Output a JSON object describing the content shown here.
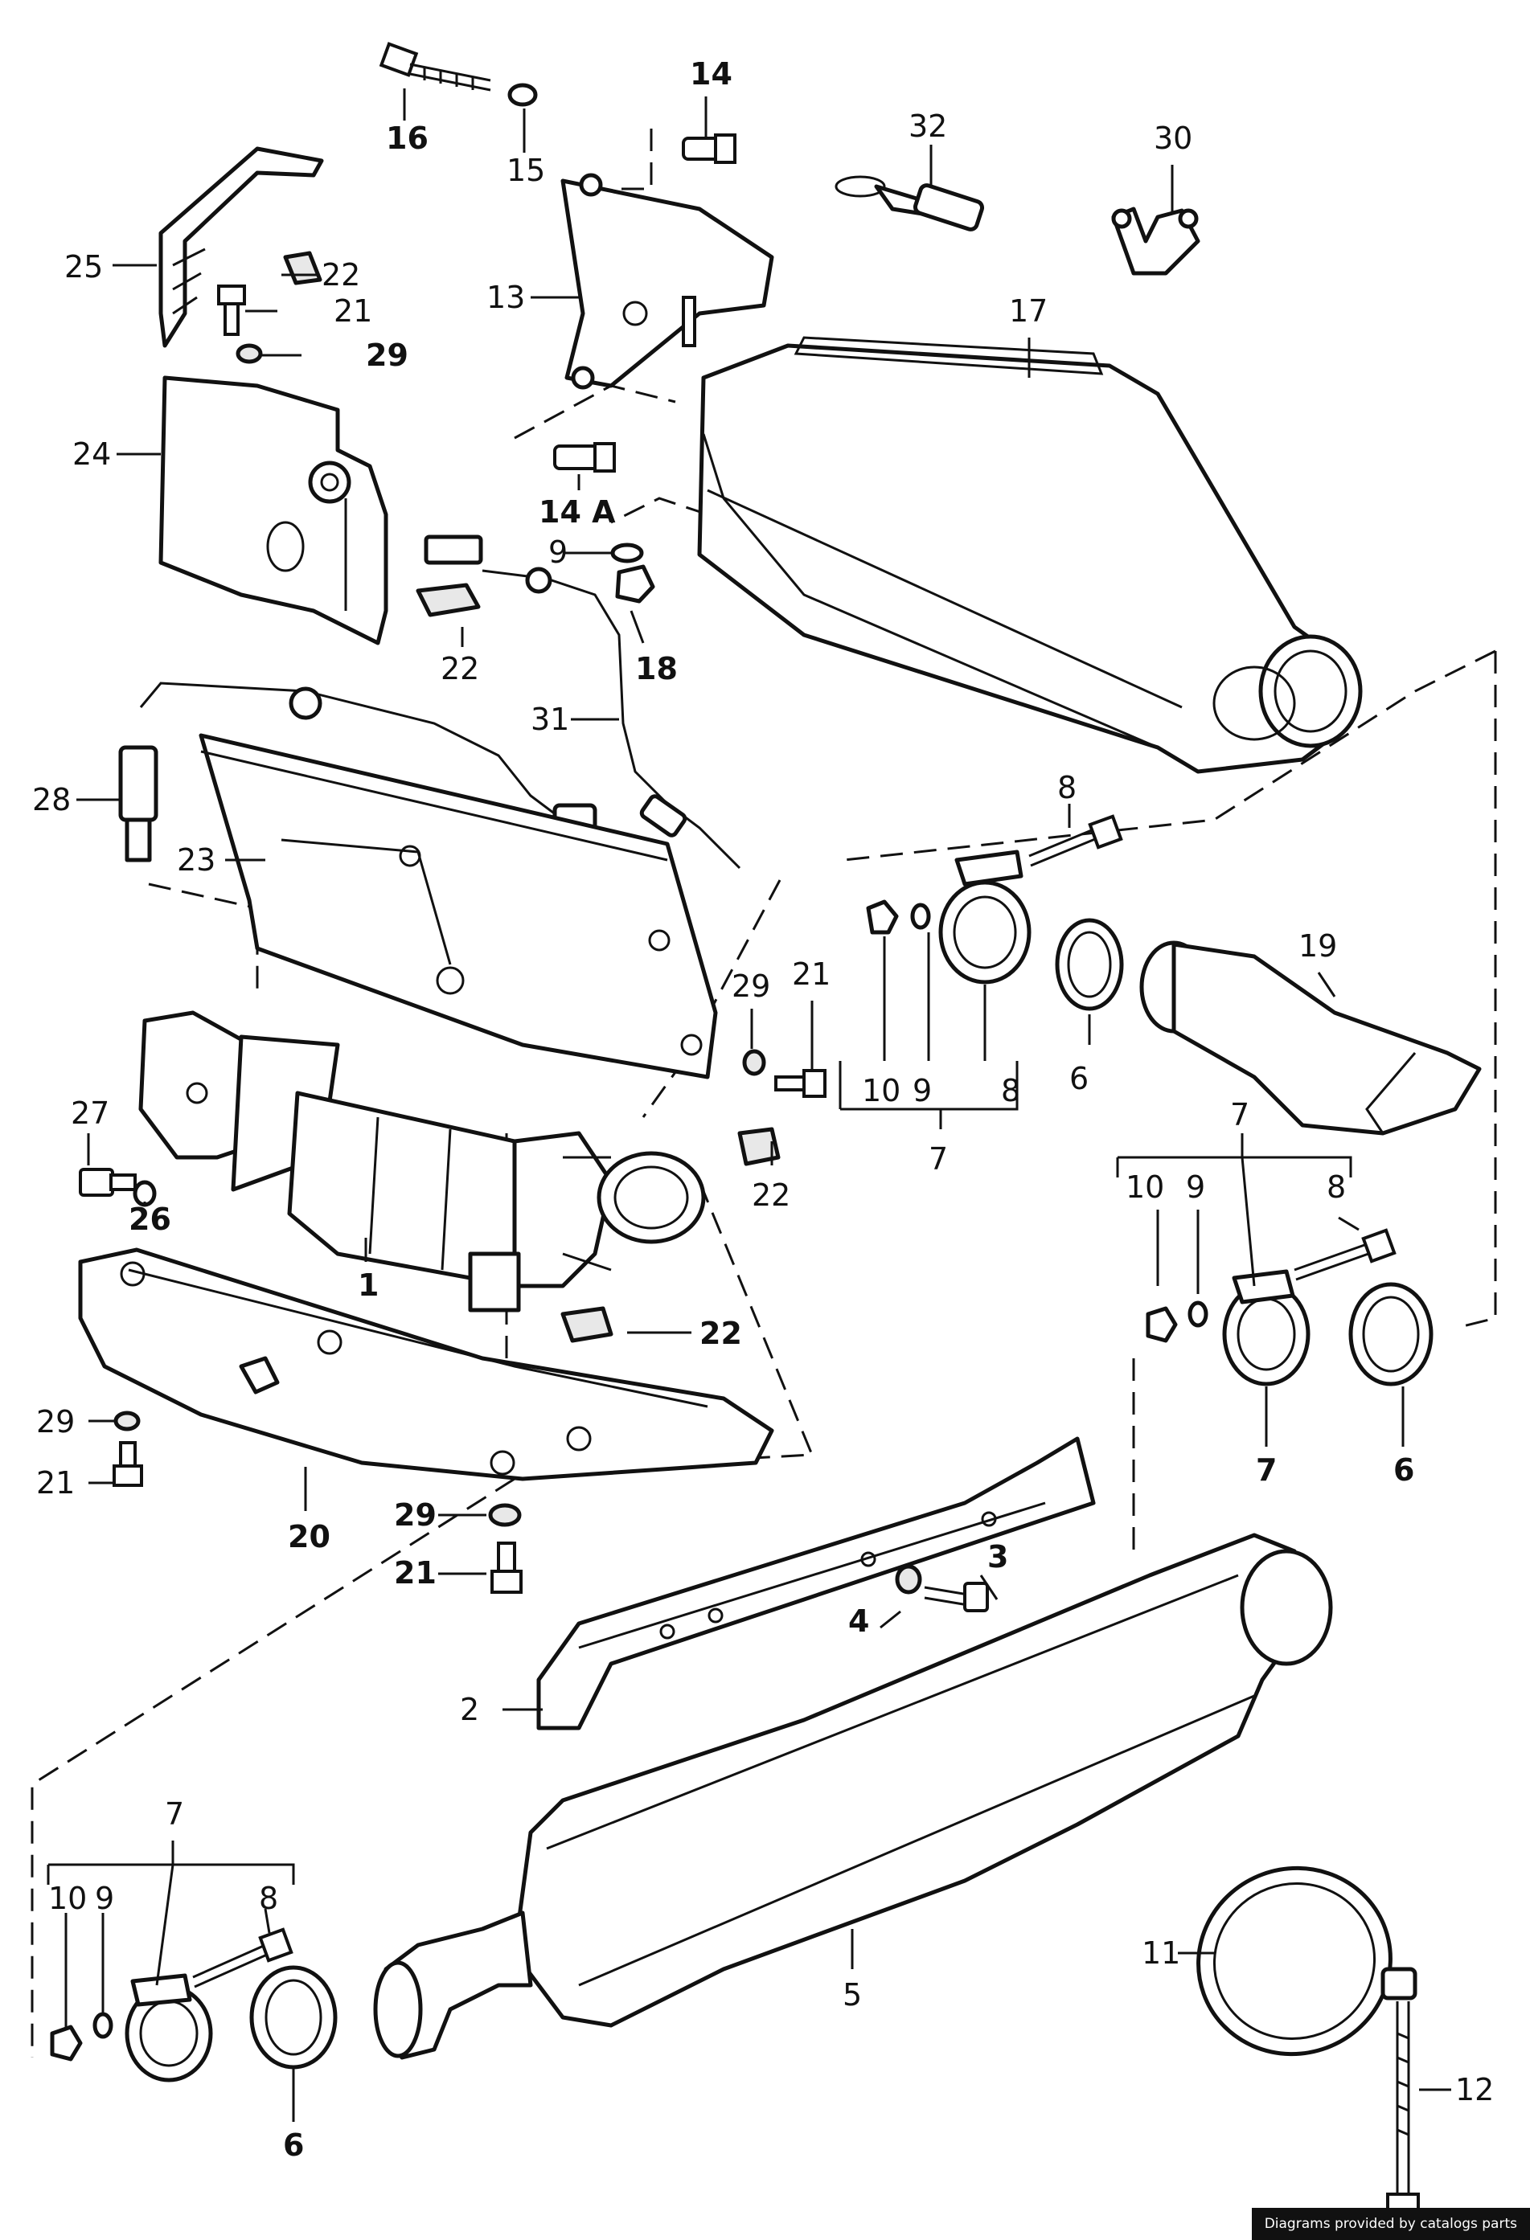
{
  "diagram": {
    "callouts": [
      {
        "id": "c16",
        "text": "16"
      },
      {
        "id": "c15",
        "text": "15"
      },
      {
        "id": "c14",
        "text": "14"
      },
      {
        "id": "c32",
        "text": "32"
      },
      {
        "id": "c30",
        "text": "30"
      },
      {
        "id": "c25",
        "text": "25"
      },
      {
        "id": "c22a",
        "text": "22"
      },
      {
        "id": "c21a",
        "text": "21"
      },
      {
        "id": "c29a",
        "text": "29"
      },
      {
        "id": "c13",
        "text": "13"
      },
      {
        "id": "c17",
        "text": "17"
      },
      {
        "id": "c24",
        "text": "24"
      },
      {
        "id": "c14A",
        "text": "14 A"
      },
      {
        "id": "c9a",
        "text": "9"
      },
      {
        "id": "c22b",
        "text": "22"
      },
      {
        "id": "c18",
        "text": "18"
      },
      {
        "id": "c31",
        "text": "31"
      },
      {
        "id": "c28",
        "text": "28"
      },
      {
        "id": "c23",
        "text": "23"
      },
      {
        "id": "c8a",
        "text": "8"
      },
      {
        "id": "c19",
        "text": "19"
      },
      {
        "id": "c29b",
        "text": "29"
      },
      {
        "id": "c21b",
        "text": "21"
      },
      {
        "id": "c10a",
        "text": "10"
      },
      {
        "id": "c9b",
        "text": "9"
      },
      {
        "id": "c8b",
        "text": "8"
      },
      {
        "id": "c6a",
        "text": "6"
      },
      {
        "id": "c7a",
        "text": "7"
      },
      {
        "id": "c27",
        "text": "27"
      },
      {
        "id": "c22c",
        "text": "22"
      },
      {
        "id": "c26",
        "text": "26"
      },
      {
        "id": "c7b",
        "text": "7"
      },
      {
        "id": "c10b",
        "text": "10"
      },
      {
        "id": "c9c",
        "text": "9"
      },
      {
        "id": "c8c",
        "text": "8"
      },
      {
        "id": "c1",
        "text": "1"
      },
      {
        "id": "c22d",
        "text": "22"
      },
      {
        "id": "c29c",
        "text": "29"
      },
      {
        "id": "c21c",
        "text": "21"
      },
      {
        "id": "c7c",
        "text": "7"
      },
      {
        "id": "c6b",
        "text": "6"
      },
      {
        "id": "c20",
        "text": "20"
      },
      {
        "id": "c29d",
        "text": "29"
      },
      {
        "id": "c21d",
        "text": "21"
      },
      {
        "id": "c3",
        "text": "3"
      },
      {
        "id": "c4",
        "text": "4"
      },
      {
        "id": "c2",
        "text": "2"
      },
      {
        "id": "c7d",
        "text": "7"
      },
      {
        "id": "c10c",
        "text": "10"
      },
      {
        "id": "c9d",
        "text": "9"
      },
      {
        "id": "c8d",
        "text": "8"
      },
      {
        "id": "c5",
        "text": "5"
      },
      {
        "id": "c11",
        "text": "11"
      },
      {
        "id": "c12",
        "text": "12"
      },
      {
        "id": "c6c",
        "text": "6"
      }
    ]
  },
  "credit": "Diagrams provided by catalogs parts"
}
